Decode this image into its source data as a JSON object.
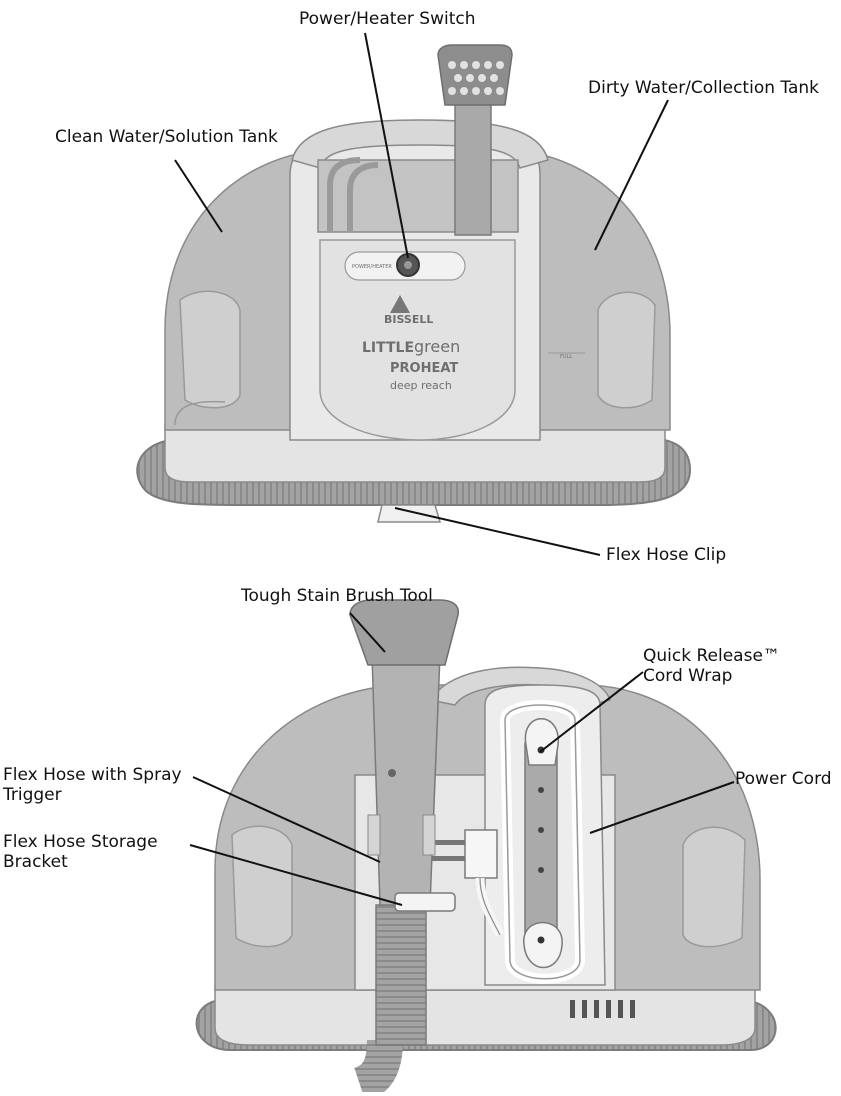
{
  "callouts": {
    "power_heater_switch": "Power/Heater Switch",
    "dirty_water_tank": "Dirty Water/Collection Tank",
    "clean_water_tank": "Clean Water/Solution Tank",
    "flex_hose_clip": "Flex Hose Clip",
    "tough_stain_brush_tool": "Tough Stain Brush Tool",
    "quick_release_line1": "Quick Release™",
    "quick_release_line2": "Cord Wrap",
    "power_cord": "Power Cord",
    "flex_hose_spray_line1": "Flex Hose with Spray",
    "flex_hose_spray_line2": "Trigger",
    "flex_hose_bracket_line1": "Flex Hose Storage",
    "flex_hose_bracket_line2": "Bracket"
  },
  "product_branding": {
    "brand": "BISSELL",
    "model_line1a": "LITTLE",
    "model_line1b": "green",
    "model_line2": "PROHEAT",
    "model_line3": "deep reach",
    "switch_label": "POWER/HEATER",
    "tank_marking": "FULL"
  },
  "colors": {
    "tank_gray": "#b9b9b9",
    "body_light": "#e6e6e6",
    "hose_gray": "#9c9c9c",
    "line": "#111111"
  }
}
